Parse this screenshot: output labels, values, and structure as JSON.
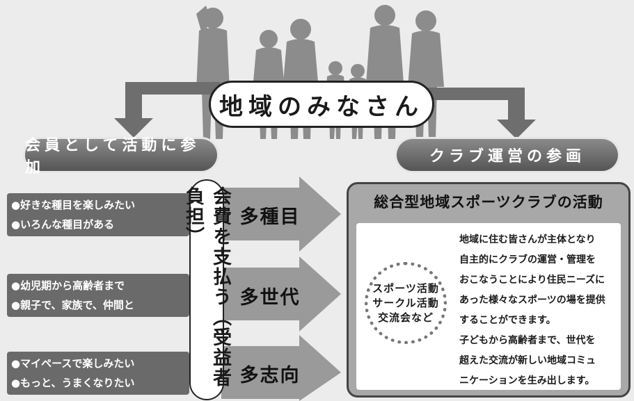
{
  "center_title": "地域のみなさん",
  "left_header": "会員として活動に参加",
  "right_header": "クラブ運営の参画",
  "fee_label": "会費を支払う（受益者負担）",
  "rows": [
    {
      "bullets": [
        "●好きな種目を楽しみたい",
        "●いろんな種目がある"
      ],
      "label": "多種目"
    },
    {
      "bullets": [
        "●幼児期から高齢者まで",
        "●親子で、家族で、仲間と"
      ],
      "label": "多世代"
    },
    {
      "bullets": [
        "●マイペースで楽しみたい",
        "●もっと、うまくなりたい"
      ],
      "label": "多志向"
    }
  ],
  "club": {
    "title": "総合型地域スポーツクラブの活動",
    "activities": [
      "スポーツ活動",
      "サークル活動",
      "交流会など"
    ],
    "description": [
      "地域に住む皆さんが主体となり",
      "自主的にクラブの運営・管理を",
      "おこなうことにより住民ニーズに",
      "あった様々なスポーツの場を提供",
      "することができます。",
      "子どもから高齢者まで、世代を",
      "超えた交流が新しい地域コミュ",
      "ニケーションを生み出します。"
    ]
  },
  "colors": {
    "dark_gray": "#555555",
    "mid_gray": "#8a8a8a",
    "silhouette": "#8c8c8c"
  }
}
